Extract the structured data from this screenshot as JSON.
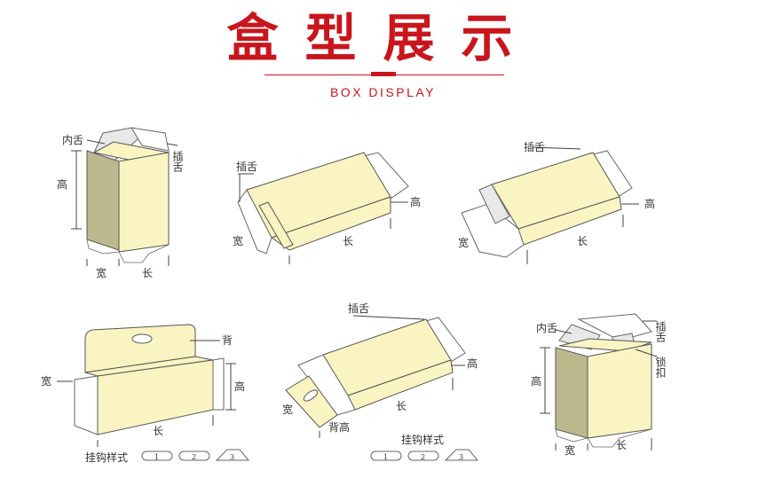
{
  "header": {
    "title": "盒型展示",
    "subtitle": "BOX DISPLAY"
  },
  "labels": {
    "inner_tongue": "内舌",
    "insert_tongue": "插舌",
    "height": "高",
    "width": "宽",
    "length": "长",
    "back": "背",
    "lock": "锁扣",
    "back_height": "背高",
    "hook_style": "挂钩样式",
    "hook_1": "1",
    "hook_2": "2",
    "hook_3": "3"
  },
  "colors": {
    "accent": "#c9161d",
    "panel_front": "#f9f4c2",
    "panel_side": "#bdb98f"
  }
}
